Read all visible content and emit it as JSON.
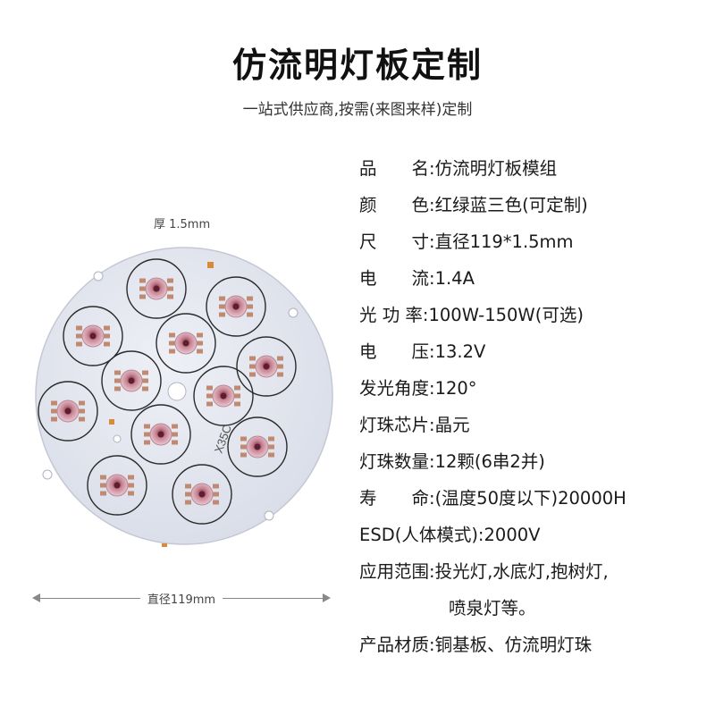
{
  "header": {
    "title": "仿流明灯板定制",
    "subtitle": "一站式供应商,按需(来图来样)定制"
  },
  "figure": {
    "thickness_label": "厚 1.5mm",
    "diameter_label": "直径119mm",
    "pcb_marking": "X35C",
    "board_color": "#e4e7f0",
    "led_color": "#d9b6c0"
  },
  "specs": [
    {
      "label": "品　　名:",
      "value": "仿流明灯板模组"
    },
    {
      "label": "颜　　色:",
      "value": "红绿蓝三色(可定制)"
    },
    {
      "label": "尺　　寸:",
      "value": "直径119*1.5mm"
    },
    {
      "label": "电　　流:",
      "value": "1.4A"
    },
    {
      "label": "光 功 率:",
      "value": "100W-150W(可选)"
    },
    {
      "label": "电　　压:",
      "value": "13.2V"
    },
    {
      "label": "发光角度:",
      "value": "120°"
    },
    {
      "label": "灯珠芯片:",
      "value": "晶元"
    },
    {
      "label": "灯珠数量:",
      "value": "12颗(6串2并)"
    },
    {
      "label": "寿　　命:",
      "value": "(温度50度以下)20000H"
    },
    {
      "label": "ESD(人体模式):",
      "value": "2000V"
    },
    {
      "label": "应用范围:",
      "value": "投光灯,水底灯,抱树灯,"
    },
    {
      "label": "",
      "value": "喷泉灯等。"
    },
    {
      "label": "产品材质:",
      "value": "铜基板、仿流明灯珠"
    }
  ]
}
